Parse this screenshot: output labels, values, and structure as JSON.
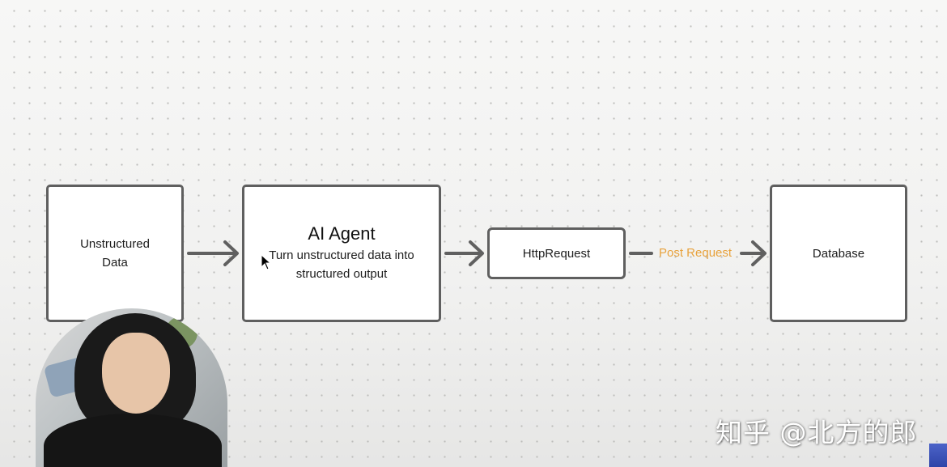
{
  "diagram": {
    "nodes": [
      {
        "id": "unstructured",
        "label": "Unstructured\nData"
      },
      {
        "id": "agent",
        "title": "AI Agent",
        "subtitle": "Turn unstructured data into\nstructured output"
      },
      {
        "id": "http",
        "label": "HttpRequest"
      },
      {
        "id": "db",
        "label": "Database"
      }
    ],
    "edges": [
      {
        "from": "unstructured",
        "to": "agent",
        "label": ""
      },
      {
        "from": "agent",
        "to": "http",
        "label": ""
      },
      {
        "from": "http",
        "to": "db",
        "label": "Post Request"
      }
    ],
    "colors": {
      "node_border": "#5f5f5f",
      "arrow": "#606060",
      "edge_label": "#e8a23c",
      "background": "#f4f4f3"
    }
  },
  "overlay": {
    "watermark": "知乎 @北方的郎",
    "webcam": "presenter-webcam"
  }
}
